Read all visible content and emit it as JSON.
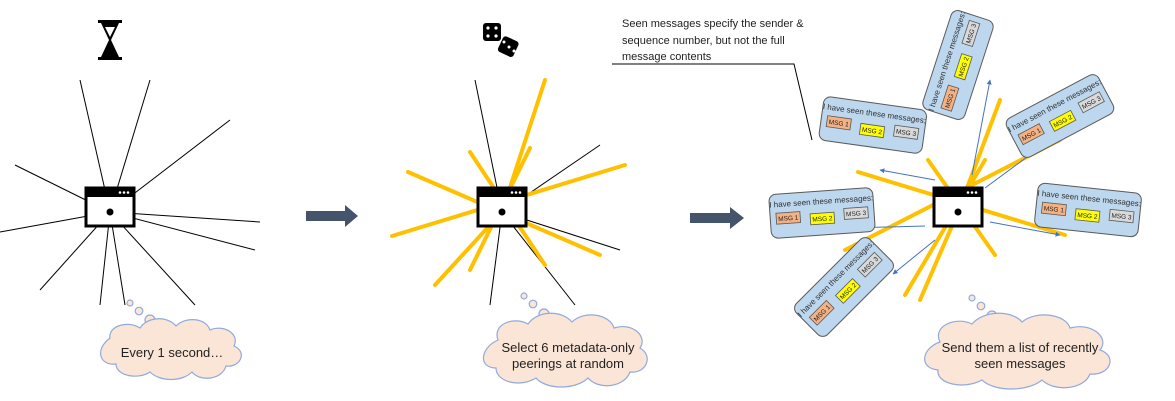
{
  "colors": {
    "spoke": "#000000",
    "highlight": "#FFC000",
    "cloud_fill": "#FBE5D6",
    "cloud_stroke": "#8FAADC",
    "card_fill": "#BDD7EE",
    "card_stroke": "#595959",
    "arrow": "#44546A",
    "flow_arrow": "#4472C4",
    "msg1_fill": "#F4B183",
    "msg2_fill": "#FFFF00",
    "msg3_fill": "#D9D9D9"
  },
  "icons": {
    "timer": "hourglass-icon",
    "random": "dice-icon",
    "node": "server-window-icon"
  },
  "panel1": {
    "caption": [
      "Every 1 second…"
    ]
  },
  "panel2": {
    "caption": [
      "Select 6 metadata-only",
      "peerings at random"
    ]
  },
  "panel3": {
    "caption": [
      "Send them a list of recently",
      "seen messages"
    ],
    "note": [
      "Seen messages specify the sender &",
      "sequence number, but not the full",
      "message contents"
    ],
    "card_title": "I have seen these messages:",
    "messages": [
      "MSG 1",
      "MSG 2",
      "MSG 3"
    ]
  }
}
